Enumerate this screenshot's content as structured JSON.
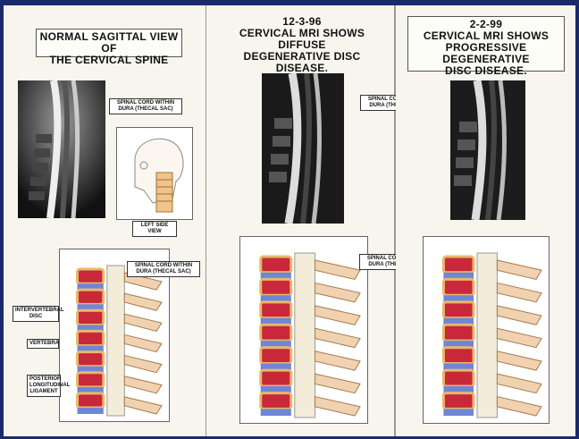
{
  "panels": [
    {
      "title_lines": [
        "NORMAL SAGITTAL VIEW OF",
        "THE CERVICAL SPINE"
      ],
      "mri_label": "SPINAL CORD WITHIN DURA (THECAL SAC)",
      "side_view_label": "LEFT SIDE VIEW",
      "illus_label": "SPINAL CORD WITHIN DURA (THECAL SAC)",
      "side_labels": {
        "disc": "INTERVERTEBRAL DISC",
        "vertebra": "VERTEBRA",
        "ligament": "POSTERIOR LONGITUDINAL LIGAMENT"
      }
    },
    {
      "title_lines": [
        "12-3-96",
        "CERVICAL MRI SHOWS DIFFUSE",
        "DEGENERATIVE DISC DISEASE."
      ]
    },
    {
      "title_lines": [
        "2-2-99",
        "CERVICAL MRI SHOWS",
        "PROGRESSIVE DEGENERATIVE",
        "DISC DISEASE."
      ]
    }
  ],
  "shared_labels": {
    "mri": "SPINAL CORD WITHIN DURA (THECAL SAC)",
    "illus": "SPINAL CORD WITHIN DURA (THECAL SAC)"
  },
  "colors": {
    "board": "#f4f2ea",
    "frame": "#1a2a6a",
    "bone": "#e9b86a",
    "marrow": "#c8283a",
    "disc": "#6f86d6",
    "cord": "#f3ecd8"
  }
}
